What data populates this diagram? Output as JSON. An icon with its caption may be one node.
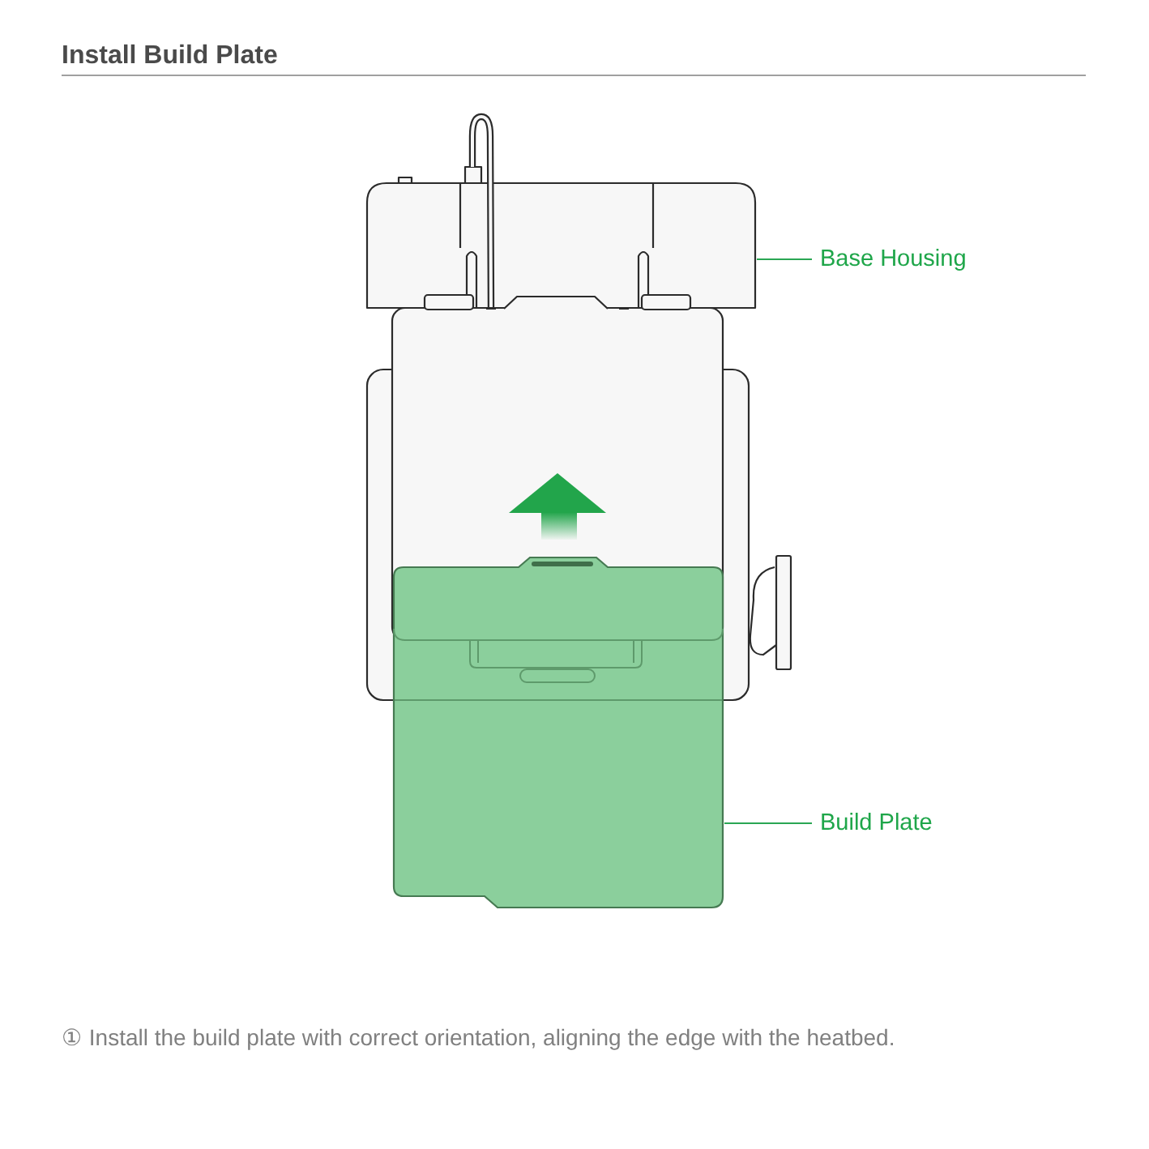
{
  "diagram": {
    "title": "Install Build Plate",
    "caption": "① Install the build plate with correct orientation, aligning the edge with the heatbed.",
    "nodes": [
      {
        "text": [],
        "shape": "picture"
      },
      {
        "text": [
          "Base Housing"
        ]
      },
      {
        "text": [],
        "shape": "picture"
      },
      {
        "text": [
          "Build Plate"
        ]
      }
    ],
    "edges": [
      {
        "from": 1,
        "to": 0,
        "arrow": "none"
      },
      {
        "from": 3,
        "to": 2,
        "arrow": "none"
      }
    ]
  }
}
